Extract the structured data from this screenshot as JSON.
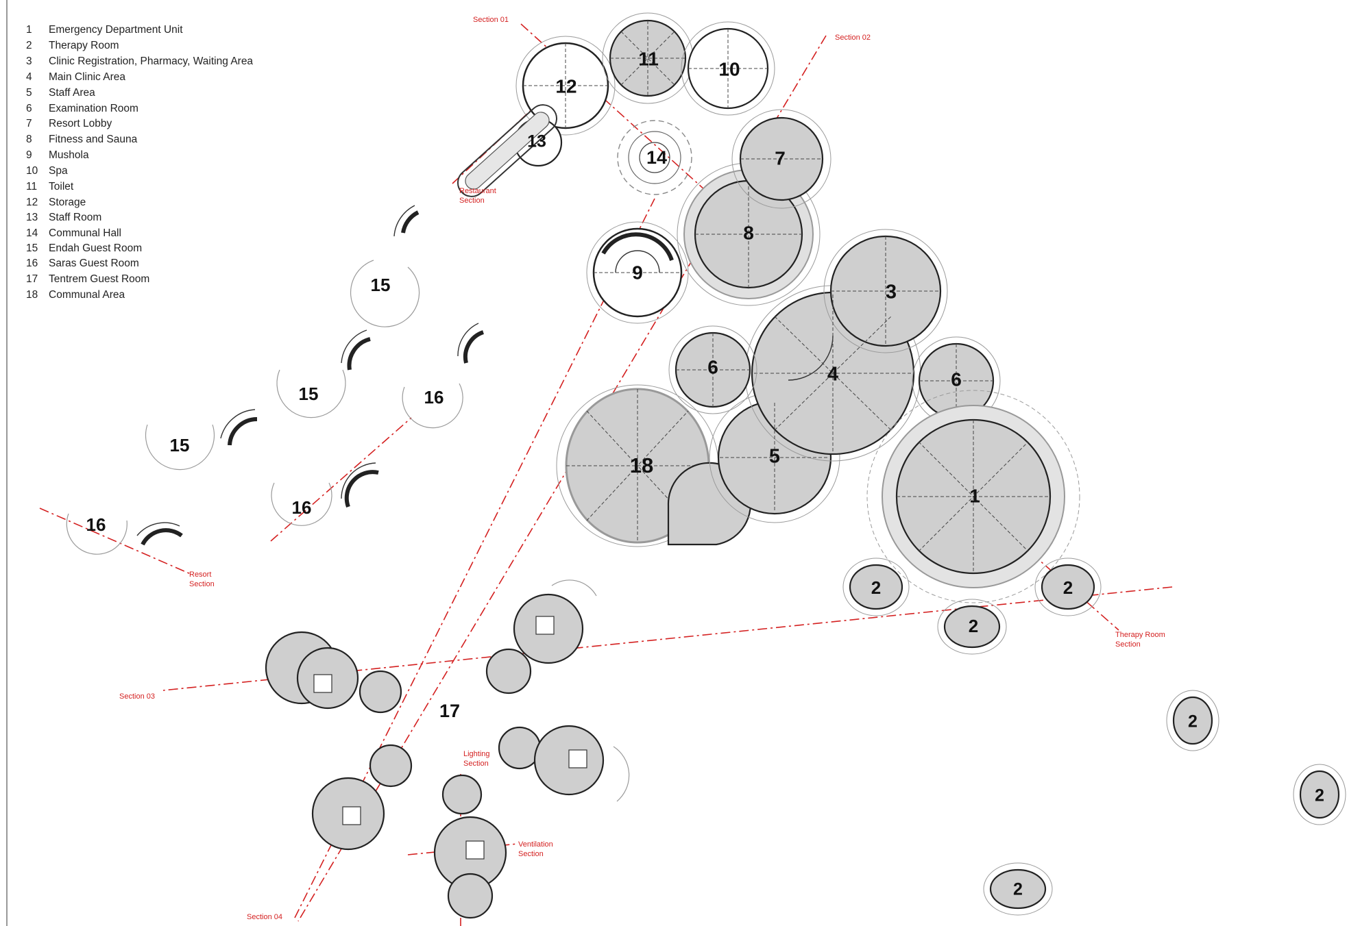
{
  "legend": [
    {
      "num": "1",
      "label": "Emergency Department Unit"
    },
    {
      "num": "2",
      "label": "Therapy Room"
    },
    {
      "num": "3",
      "label": "Clinic Registration, Pharmacy, Waiting Area"
    },
    {
      "num": "4",
      "label": "Main Clinic Area"
    },
    {
      "num": "5",
      "label": "Staff Area"
    },
    {
      "num": "6",
      "label": "Examination Room"
    },
    {
      "num": "7",
      "label": "Resort Lobby"
    },
    {
      "num": "8",
      "label": "Fitness and Sauna"
    },
    {
      "num": "9",
      "label": "Mushola"
    },
    {
      "num": "10",
      "label": "Spa"
    },
    {
      "num": "11",
      "label": "Toilet"
    },
    {
      "num": "12",
      "label": "Storage"
    },
    {
      "num": "13",
      "label": "Staff Room"
    },
    {
      "num": "14",
      "label": "Communal Hall"
    },
    {
      "num": "15",
      "label": "Endah Guest Room"
    },
    {
      "num": "16",
      "label": "Saras Guest Room"
    },
    {
      "num": "17",
      "label": "Tentrem Guest Room"
    },
    {
      "num": "18",
      "label": "Communal Area"
    }
  ],
  "room_labels": [
    "1",
    "2",
    "2",
    "2",
    "2",
    "2",
    "2",
    "3",
    "4",
    "5",
    "6",
    "6",
    "7",
    "8",
    "9",
    "10",
    "11",
    "12",
    "13",
    "14",
    "15",
    "15",
    "15",
    "16",
    "16",
    "16",
    "17",
    "18"
  ],
  "sections": {
    "section_01": "Section 01",
    "section_02": "Section 02",
    "section_03": "Section 03",
    "section_04": "Section 04",
    "restaurant": [
      "Restaurant",
      "Section"
    ],
    "resort": [
      "Resort",
      "Section"
    ],
    "therapy": [
      "Therapy Room",
      "Section"
    ],
    "lighting": [
      "Lighting",
      "Section"
    ],
    "ventilation": [
      "Ventilation",
      "Section"
    ]
  },
  "colors": {
    "section_line": "#d42020",
    "room_fill": "#cfcfcf",
    "wall": "#222222"
  }
}
